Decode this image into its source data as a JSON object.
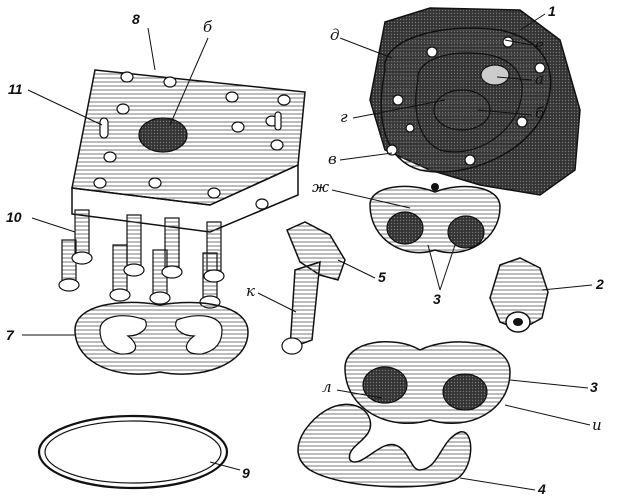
{
  "figure": {
    "colors": {
      "ink": "#111111",
      "hatch": "#555555",
      "paper": "#ffffff",
      "dark": "#2a2a2a"
    },
    "labels": {
      "n1": "1",
      "n2": "2",
      "n3a": "3",
      "n3b": "3",
      "n4": "4",
      "n5": "5",
      "n7": "7",
      "n8": "8",
      "n9": "9",
      "n10": "10",
      "n11": "11",
      "l_a": "а",
      "l_b1": "б",
      "l_b2": "б",
      "l_v": "в",
      "l_g": "г",
      "l_d": "д",
      "l_e": "е",
      "l_zh": "ж",
      "l_i": "и",
      "l_k": "к",
      "l_l": "л"
    }
  }
}
